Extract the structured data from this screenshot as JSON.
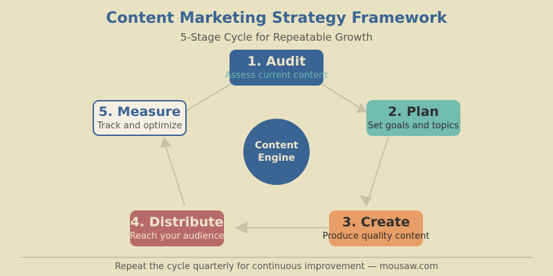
{
  "header": {
    "title": "Content Marketing Strategy Framework",
    "subtitle": "5-Stage Cycle for Repeatable Growth"
  },
  "hub": {
    "label": "Content\nEngine",
    "color": "#3a6494"
  },
  "stages": [
    {
      "label": "1. Audit",
      "description": "Assess current content",
      "fill": "#3a6494",
      "text_color": "#ece4c8",
      "desc_color": "#6fb9ae"
    },
    {
      "label": "2. Plan",
      "description": "Set goals and topics",
      "fill": "#72bcb0",
      "text_color": "#2f2f2f",
      "desc_color": "#2f2f2f"
    },
    {
      "label": "3. Create",
      "description": "Produce quality content",
      "fill": "#e89e66",
      "text_color": "#2f2f2f",
      "desc_color": "#2f2f2f"
    },
    {
      "label": "4. Distribute",
      "description": "Reach your audience",
      "fill": "#b86a6a",
      "text_color": "#ece4c8",
      "desc_color": "#ece4c8"
    },
    {
      "label": "5. Measure",
      "description": "Track and optimize",
      "fill": "#f6f0e4",
      "border": "#3a6494",
      "text_color": "#3a6494",
      "desc_color": "#555555"
    }
  ],
  "connections": [
    {
      "from": "1. Audit",
      "to": "2. Plan"
    },
    {
      "from": "2. Plan",
      "to": "3. Create"
    },
    {
      "from": "3. Create",
      "to": "4. Distribute"
    },
    {
      "from": "4. Distribute",
      "to": "5. Measure"
    },
    {
      "from": "5. Measure",
      "to": "1. Audit"
    }
  ],
  "footer": {
    "text": "Repeat the cycle quarterly for continuous improvement — mousaw.com"
  },
  "colors": {
    "background": "#e9e2c2",
    "arrow": "#c9c2a7",
    "title": "#3a6494"
  }
}
